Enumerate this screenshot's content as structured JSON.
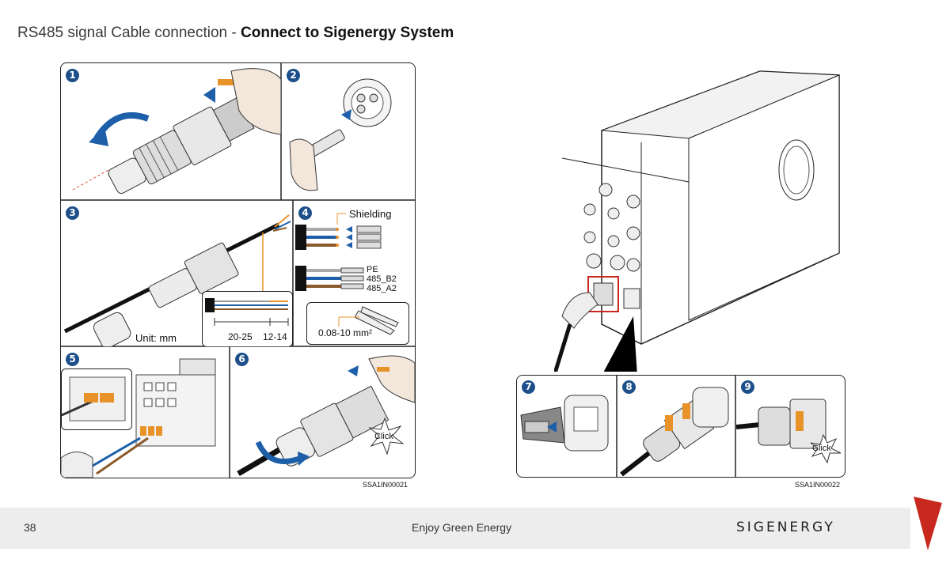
{
  "title": {
    "prefix": "RS485 signal Cable connection - ",
    "bold": "Connect to Sigenergy System"
  },
  "left_figure": {
    "step_numbers": [
      "1",
      "2",
      "3",
      "4",
      "5",
      "6"
    ],
    "shielding_label": "Shielding",
    "wire_labels": [
      "PE",
      "485_B2",
      "485_A2"
    ],
    "unit_label": "Unit: mm",
    "dim_strip": "20-25",
    "dim_core": "12-14",
    "crimp_range": "0.08-10 mm²",
    "click_label": "Click",
    "code": "SSA1IN00021"
  },
  "right_figure": {
    "step_numbers": [
      "7",
      "8",
      "9"
    ],
    "click_label": "Click",
    "code": "SSA1IN00022"
  },
  "footer": {
    "page_number": "38",
    "tagline": "Enjoy Green Energy",
    "logo": "SIGENERGY"
  },
  "colors": {
    "accent_red": "#c8281e",
    "step_blue": "#1d4f8a",
    "orange": "#e8932a"
  }
}
